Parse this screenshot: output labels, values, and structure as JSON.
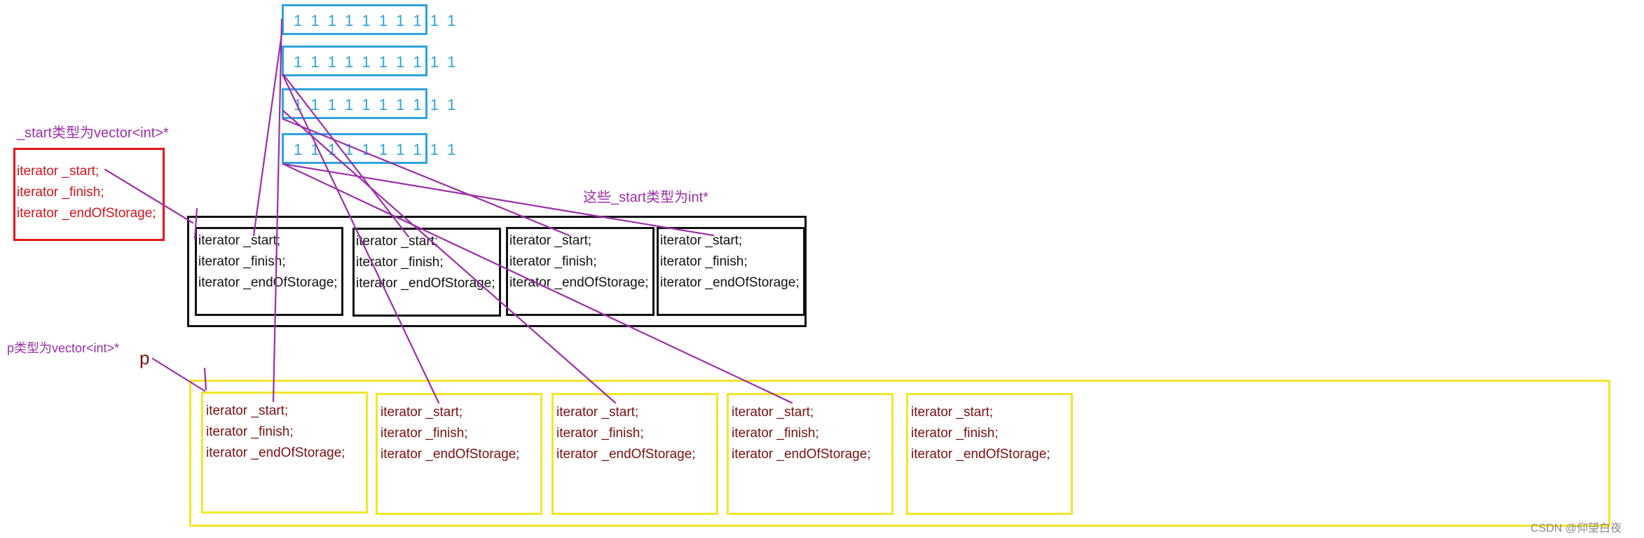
{
  "rows": [
    {
      "text": "1 1 1 1 1 1 1 1 1 1"
    },
    {
      "text": "1 1 1 1 1 1 1 1 1 1"
    },
    {
      "text": "1 1 1 1 1 1 1 1 1 1"
    },
    {
      "text": "1 1 1 1 1 1 1 1 1 1"
    }
  ],
  "notes": {
    "start_type": "_start类型为vector<int>*",
    "these_start_type": "这些_start类型为int*",
    "p_type": "p类型为vector<int>*",
    "p_label": "p"
  },
  "red_box": {
    "lines": [
      "iterator _start;",
      "iterator _finish;",
      "iterator _endOfStorage;"
    ]
  },
  "black_cells": [
    {
      "lines": [
        "iterator _start;",
        "iterator _finish;",
        "iterator _endOfStorage;"
      ]
    },
    {
      "lines": [
        "iterator _start;",
        "iterator _finish;",
        "iterator _endOfStorage;"
      ]
    },
    {
      "lines": [
        "iterator _start;",
        "iterator _finish;",
        "iterator _endOfStorage;"
      ]
    },
    {
      "lines": [
        "iterator _start;",
        "iterator _finish;",
        "iterator _endOfStorage;"
      ]
    }
  ],
  "yellow_cells": [
    {
      "lines": [
        "iterator _start;",
        "iterator _finish;",
        "iterator _endOfStorage;"
      ]
    },
    {
      "lines": [
        "iterator _start;",
        "iterator _finish;",
        "iterator _endOfStorage;"
      ]
    },
    {
      "lines": [
        "iterator _start;",
        "iterator _finish;",
        "iterator _endOfStorage;"
      ]
    },
    {
      "lines": [
        "iterator _start;",
        "iterator _finish;",
        "iterator _endOfStorage;"
      ]
    },
    {
      "lines": [
        "iterator _start;",
        "iterator _finish;",
        "iterator _endOfStorage;"
      ]
    }
  ],
  "watermark": "CSDN @仰望白夜",
  "colors": {
    "row_border": "#2fa3dc",
    "arrow": "#9b2fa8",
    "red_border": "#e8141b",
    "yellow_border": "#f2e629"
  }
}
